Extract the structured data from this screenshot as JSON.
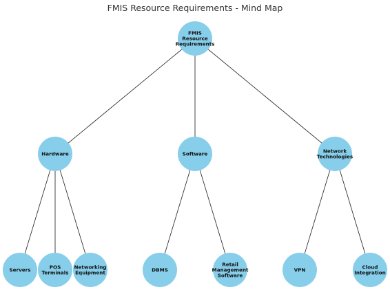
{
  "title": "FMIS Resource Requirements - Mind Map",
  "colors": {
    "node_fill": "#87ceeb",
    "edge_stroke": "#333333",
    "label_text": "#111111",
    "background": "#ffffff"
  },
  "nodes": [
    {
      "id": "root",
      "label": [
        "FMIS",
        "Resource",
        "Requirements"
      ],
      "level": 0
    },
    {
      "id": "hardware",
      "label": [
        "Hardware"
      ],
      "level": 1,
      "parent": "root"
    },
    {
      "id": "software",
      "label": [
        "Software"
      ],
      "level": 1,
      "parent": "root"
    },
    {
      "id": "network",
      "label": [
        "Network",
        "Technologies"
      ],
      "level": 1,
      "parent": "root"
    },
    {
      "id": "servers",
      "label": [
        "Servers"
      ],
      "level": 2,
      "parent": "hardware"
    },
    {
      "id": "pos",
      "label": [
        "POS",
        "Terminals"
      ],
      "level": 2,
      "parent": "hardware"
    },
    {
      "id": "netequip",
      "label": [
        "Networking",
        "Equipment"
      ],
      "level": 2,
      "parent": "hardware"
    },
    {
      "id": "dbms",
      "label": [
        "DBMS"
      ],
      "level": 2,
      "parent": "software"
    },
    {
      "id": "retail",
      "label": [
        "Retail",
        "Management",
        "Software"
      ],
      "level": 2,
      "parent": "software"
    },
    {
      "id": "vpn",
      "label": [
        "VPN"
      ],
      "level": 2,
      "parent": "network"
    },
    {
      "id": "cloud",
      "label": [
        "Cloud",
        "Integration"
      ],
      "level": 2,
      "parent": "network"
    }
  ]
}
